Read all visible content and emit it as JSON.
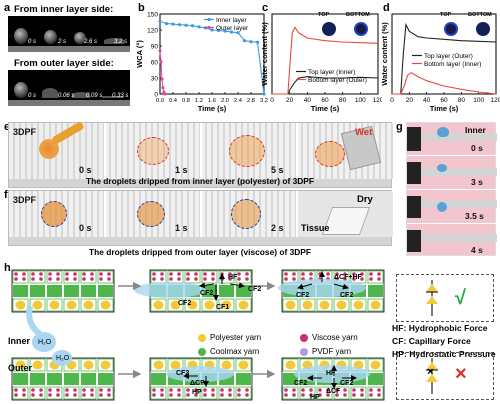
{
  "panels": {
    "a": {
      "letter": "a",
      "inner_title": "From inner layer side:",
      "outer_title": "From outer layer side:",
      "inner_times": [
        "0 s",
        "2 s",
        "2.6 s",
        "3.2 s"
      ],
      "outer_times": [
        "0 s",
        "0.06 s",
        "0.09 s",
        "0.33 s"
      ]
    },
    "b": {
      "letter": "b"
    },
    "c": {
      "letter": "c",
      "top_label": "TOP",
      "bottom_label": "BOTTOM"
    },
    "d": {
      "letter": "d",
      "top_label": "TOP",
      "bottom_label": "BOTTOM"
    },
    "e": {
      "letter": "e",
      "sample": "3DPF",
      "times": [
        "0 s",
        "1 s",
        "5 s"
      ],
      "wet_label": "Wet",
      "caption": "The droplets dripped from inner layer (polyester) of  3DPF"
    },
    "f": {
      "letter": "f",
      "sample": "3DPF",
      "times": [
        "0 s",
        "1 s",
        "2 s"
      ],
      "dry_label": "Dry",
      "tissue_label": "Tissue",
      "caption": "The droplets dripped from outer layer (viscose) of  3DPF"
    },
    "g": {
      "letter": "g",
      "inner_label": "Inner",
      "times": [
        "0 s",
        "3 s",
        "3.5 s",
        "4 s"
      ]
    },
    "h": {
      "letter": "h",
      "inner_label": "Inner",
      "outer_label": "Outer",
      "water": "H₂O",
      "legend": {
        "polyester": "Polyester yarn",
        "viscose": "Viscose yarn",
        "coolmax": "Coolmax yarn",
        "pvdf": "PVDF yarn"
      },
      "forces_top_mid": {
        "hf": "HF",
        "cf2a": "CF2",
        "cf2b": "CF2",
        "cf2c": "CF2",
        "cf1": "CF1"
      },
      "forces_top_right": {
        "eq": "ΔCF+HF",
        "cf2a": "CF2",
        "cf2b": "CF2"
      },
      "forces_bot_mid": {
        "cf2": "CF2",
        "dcf": "ΔCF",
        "hp": "HP",
        "hf": "HF"
      },
      "forces_bot_right": {
        "hf": "HF",
        "cf2a": "CF2",
        "cf2b": "CF2",
        "dcf": "ΔCF",
        "hp": "HP"
      },
      "check": "√",
      "cross": "×",
      "definitions": [
        "HF: Hydrophobic Force",
        "CF: Capillary Force",
        "HP: Hydrostatic Pressure"
      ],
      "colors": {
        "polyester": "#f3c93a",
        "viscose": "#c5336a",
        "coolmax": "#4fb64c",
        "pvdf": "#b49ad9",
        "water": "#a9d7f2"
      }
    }
  },
  "chart_data": [
    {
      "type": "line",
      "panel": "b",
      "xlabel": "Time (s)",
      "ylabel": "WCA (°)",
      "xlim": [
        0,
        3.2
      ],
      "ylim": [
        0,
        150
      ],
      "xticks": [
        "0.0",
        "0.4",
        "0.8",
        "1.2",
        "1.6",
        "2.0",
        "2.4",
        "2.8",
        "3.2"
      ],
      "yticks": [
        "0",
        "30",
        "60",
        "90",
        "120",
        "150"
      ],
      "legend": "top-right",
      "series": [
        {
          "name": "Inner layer",
          "color": "#3c9be0",
          "x": [
            0.0,
            0.2,
            0.4,
            0.6,
            0.8,
            1.0,
            1.2,
            1.4,
            1.6,
            1.8,
            2.0,
            2.2,
            2.4,
            2.6,
            2.8,
            3.0,
            3.2
          ],
          "y": [
            136,
            132,
            131,
            130,
            129,
            128,
            126,
            124,
            120,
            119,
            118,
            116,
            115,
            100,
            98,
            97,
            0
          ]
        },
        {
          "name": "Outer layer",
          "color": "#e24aa9",
          "x": [
            0.0,
            0.03,
            0.06,
            0.09,
            0.12,
            0.15
          ],
          "y": [
            81,
            60,
            28,
            12,
            3,
            0
          ]
        }
      ]
    },
    {
      "type": "line",
      "panel": "c",
      "xlabel": "Time (s)",
      "ylabel": "Water content (%)",
      "xlim": [
        0,
        120
      ],
      "xticks": [
        "0",
        "20",
        "40",
        "60",
        "80",
        "100",
        "120"
      ],
      "legend": "lower-right",
      "series": [
        {
          "name": "Top layer (Inner)",
          "color": "#222222",
          "x": [
            0,
            18,
            20,
            25,
            30,
            40,
            60,
            80,
            100,
            120
          ],
          "y": [
            0,
            0,
            0.3,
            0.8,
            1.2,
            1.3,
            1.2,
            1.2,
            1.25,
            1.2
          ]
        },
        {
          "name": "Bottom layer (Outer)",
          "color": "#e8483f",
          "x": [
            0,
            18,
            20,
            23,
            26,
            30,
            40,
            60,
            80,
            100,
            120
          ],
          "y": [
            0,
            0,
            2.0,
            4.6,
            5.0,
            4.6,
            4.2,
            4.0,
            3.9,
            3.85,
            3.8
          ]
        }
      ]
    },
    {
      "type": "line",
      "panel": "d",
      "xlabel": "Time (s)",
      "ylabel": "Water content (%)",
      "xlim": [
        0,
        120
      ],
      "xticks": [
        "0",
        "20",
        "40",
        "60",
        "80",
        "100",
        "120"
      ],
      "legend": "upper-center",
      "series": [
        {
          "name": "Top layer (Outer)",
          "color": "#222222",
          "x": [
            0,
            10,
            13,
            16,
            20,
            30,
            40,
            60,
            80,
            100,
            120
          ],
          "y": [
            0,
            0,
            3,
            5.2,
            4.7,
            4.3,
            4.2,
            4.1,
            4.0,
            3.95,
            3.9
          ]
        },
        {
          "name": "Bottom layer (Inner)",
          "color": "#e8483f",
          "x": [
            0,
            10,
            14,
            18,
            22,
            30,
            40,
            60,
            80,
            100,
            120
          ],
          "y": [
            0,
            0,
            0.6,
            1.4,
            1.6,
            1.3,
            1.0,
            0.6,
            0.35,
            0.15,
            0.0
          ]
        }
      ]
    }
  ]
}
